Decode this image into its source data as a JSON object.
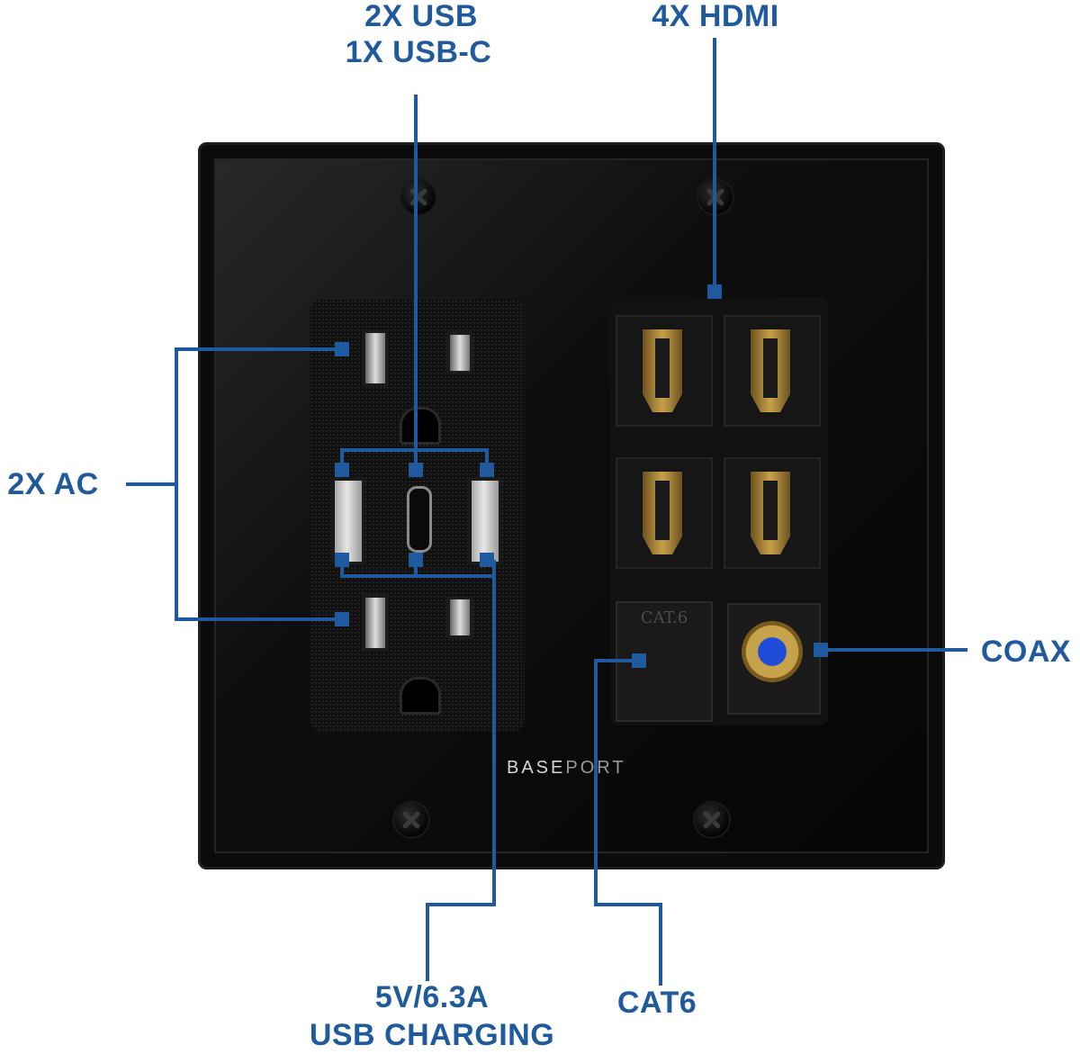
{
  "labels": {
    "usb_line1": "2X USB",
    "usb_line2": "1X USB-C",
    "hdmi": "4X HDMI",
    "ac": "2X AC",
    "coax": "COAX",
    "charging_line1": "5V/6.3A",
    "charging_line2": "USB CHARGING",
    "cat6": "CAT6"
  },
  "plate": {
    "brand_a": "BASE",
    "brand_b": "PORT",
    "cat6_jack_text": "CAT.6"
  },
  "colors": {
    "accent": "#1f5a9e",
    "plate": "#0a0a0a",
    "coax_center": "#1e4cd8",
    "hdmi_gold": "#c9a24a"
  }
}
